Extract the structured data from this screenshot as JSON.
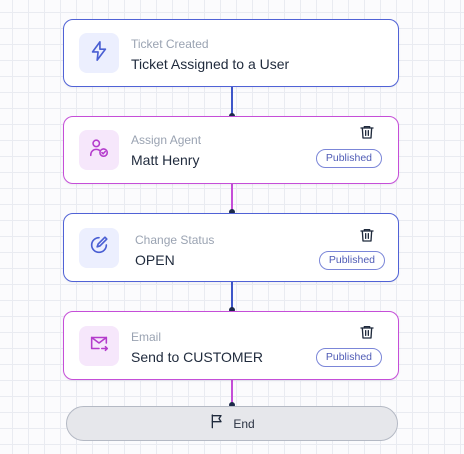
{
  "colors": {
    "trigger_border": "#5062d6",
    "action_border": "#c54ed8",
    "status_border": "#5062d6",
    "trigger_icon_bg": "#eceffe",
    "action_icon_bg": "#f6e7fb",
    "trigger_icon": "#4a5fd3",
    "action_icon": "#b43ccc",
    "connector_blue": "#3e56c9",
    "connector_pink": "#c54ed8",
    "badge_text": "#4f5bb5"
  },
  "workflow": {
    "trigger": {
      "title": "Ticket Created",
      "subtitle": "Ticket Assigned to a User",
      "icon": "lightning-bolt-icon"
    },
    "steps": [
      {
        "title": "Assign Agent",
        "subtitle": "Matt Henry",
        "badge": "Published",
        "icon": "user-check-icon",
        "delete_icon": "trash-icon"
      },
      {
        "title": "Change Status",
        "subtitle": "OPEN",
        "badge": "Published",
        "icon": "edit-status-icon",
        "delete_icon": "trash-icon"
      },
      {
        "title": "Email",
        "subtitle": "Send to CUSTOMER",
        "badge": "Published",
        "icon": "mail-send-icon",
        "delete_icon": "trash-icon"
      }
    ],
    "end": {
      "label": "End",
      "icon": "flag-icon"
    }
  }
}
